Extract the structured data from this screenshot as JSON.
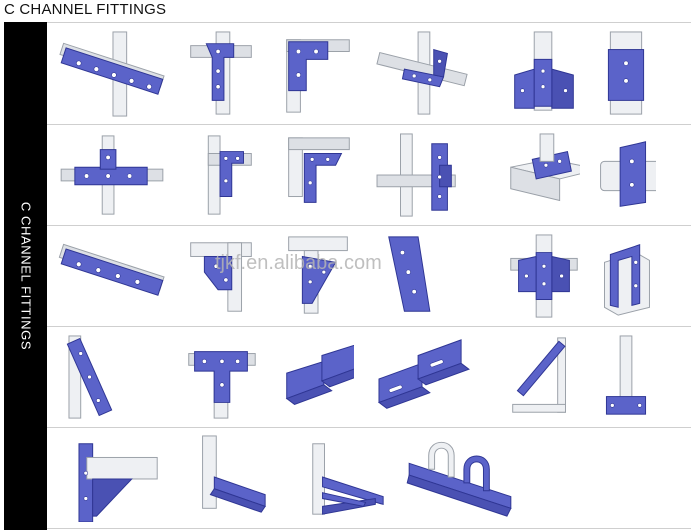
{
  "header": {
    "title": "C CHANNEL FITTINGS"
  },
  "sidebar": {
    "label": "C CHANNEL FITTINGS"
  },
  "watermark": {
    "text": "tjkf.en.alibaba.com"
  },
  "colors": {
    "plate": "#5b63c9",
    "channel": "#eef0f3",
    "sidebar": "#000000"
  },
  "fittings": [
    {
      "icon": "flat-splice-plate-icon"
    },
    {
      "icon": "corner-angle-bracket-icon"
    },
    {
      "icon": "l-shaped-flat-plate-icon"
    },
    {
      "icon": "tee-connection-icon"
    },
    {
      "icon": "post-base-fitting-icon"
    },
    {
      "icon": "u-channel-clip-icon"
    },
    {
      "icon": "tee-splice-plate-icon"
    },
    {
      "icon": "inside-corner-bracket-icon"
    },
    {
      "icon": "angle-connector-icon"
    },
    {
      "icon": "cross-plate-icon"
    },
    {
      "icon": "u-bracket-icon"
    },
    {
      "icon": "channel-end-clamp-icon"
    },
    {
      "icon": "flat-splice-plate-icon"
    },
    {
      "icon": "corner-plate-icon"
    },
    {
      "icon": "gusset-connector-icon"
    },
    {
      "icon": "trapezoid-plate-icon"
    },
    {
      "icon": "three-way-corner-icon"
    },
    {
      "icon": "wrap-around-bracket-icon"
    },
    {
      "icon": "diagonal-splice-plate-icon"
    },
    {
      "icon": "tee-plate-icon"
    },
    {
      "icon": "angle-bracket-pair-icon"
    },
    {
      "icon": "slotted-angle-pair-icon"
    },
    {
      "icon": "diagonal-brace-icon"
    },
    {
      "icon": "post-with-base-icon"
    },
    {
      "icon": "cantilever-bracket-icon"
    },
    {
      "icon": "single-arm-bracket-icon"
    },
    {
      "icon": "braced-arm-bracket-icon"
    },
    {
      "icon": "pipe-clamp-support-icon"
    }
  ]
}
